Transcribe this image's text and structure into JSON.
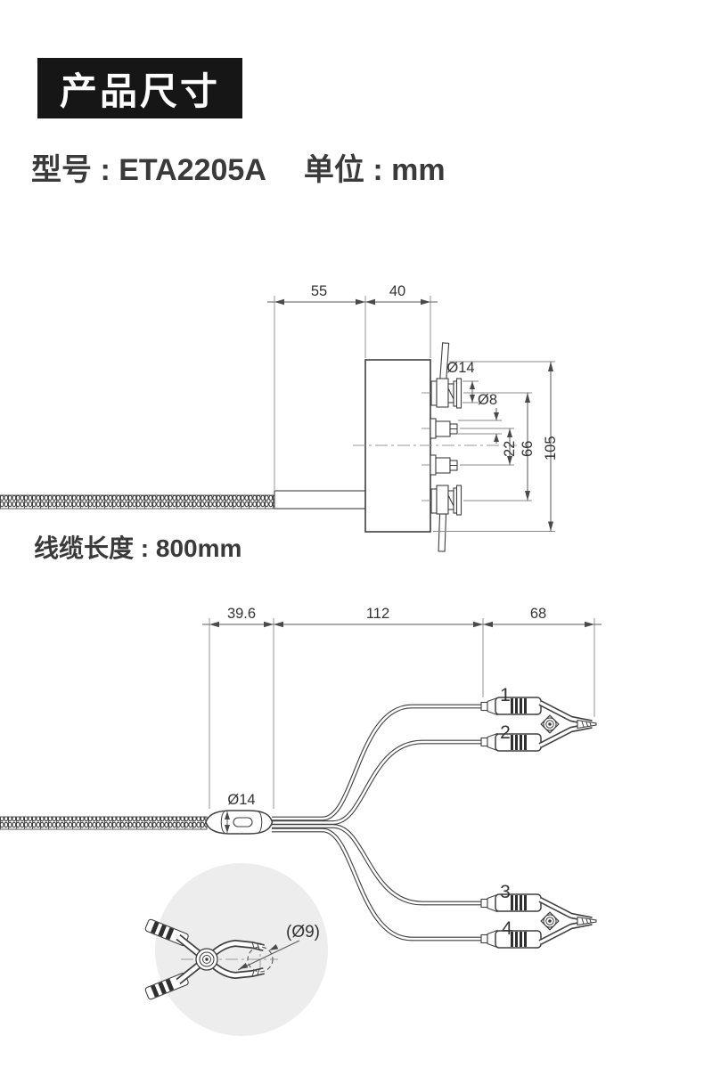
{
  "header": {
    "title": "产品尺寸"
  },
  "meta": {
    "model": "型号 : ETA2205A",
    "unit": "单位 : mm"
  },
  "cable_note": "线缆长度 : 800mm",
  "top_drawing": {
    "dim_rear_length": "55",
    "dim_body_length": "40",
    "dim_bnc_diameter": "Ø14",
    "dim_plug_diameter": "Ø8",
    "dim_plug_pitch": "22",
    "dim_bnc_pitch": "66",
    "dim_total_height": "105"
  },
  "bottom_drawing": {
    "dim_splitter_length": "39.6",
    "dim_lead_length": "112",
    "dim_clip_length": "68",
    "dim_splitter_diameter": "Ø14",
    "dim_jaw_opening": "(Ø9)",
    "clip_labels": [
      "1",
      "2",
      "3",
      "4"
    ]
  },
  "colors": {
    "accent_black": "#161616",
    "line": "#444444",
    "text": "#3a3a3a"
  }
}
